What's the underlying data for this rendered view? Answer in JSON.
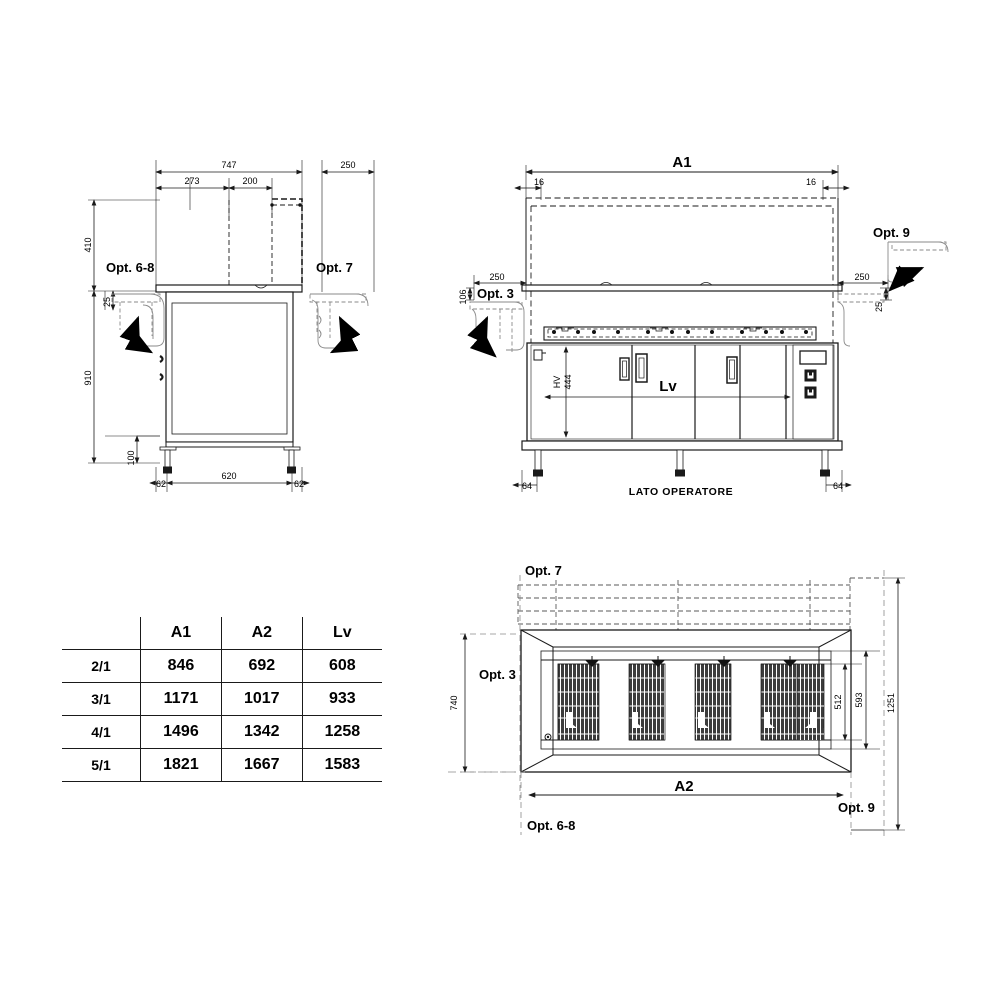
{
  "document": {
    "type": "technical-drawing",
    "title": "Refrigerated display counter technical drawing",
    "views": [
      "side-view",
      "front-view",
      "top-view"
    ]
  },
  "side_view": {
    "name": "side-view",
    "dimensions": {
      "top_width": "747",
      "inner_a": "273",
      "inner_b": "200",
      "shelf_depth": "250",
      "height_upper": "410",
      "band_25": "25",
      "height_lower": "910",
      "foot_height": "100",
      "base_width": "620",
      "foot_left": "62",
      "foot_right": "62"
    },
    "options": {
      "left": "Opt. 6-8",
      "right": "Opt. 7"
    }
  },
  "front_view": {
    "name": "front-view",
    "dimensions": {
      "overall_width": "A1",
      "inset_left": "16",
      "inset_right": "16",
      "shelf_left": "250",
      "shelf_right": "250",
      "shelf_thickness_left": "106",
      "shelf_thickness_right": "25",
      "well_height_label": "HV",
      "well_height_value": "444",
      "inner_width": "Lv",
      "foot_left": "64",
      "foot_right": "64"
    },
    "options": {
      "left": "Opt. 3",
      "right": "Opt. 9"
    },
    "caption": "LATO OPERATORE"
  },
  "top_view": {
    "name": "top-view",
    "dimensions": {
      "depth_total": "740",
      "grid_inner": "512",
      "grid_outer": "593",
      "overall_depth": "1251",
      "body_width": "A2"
    },
    "options": {
      "top": "Opt. 7",
      "left": "Opt. 3",
      "bottom_left": "Opt. 6-8",
      "bottom_right": "Opt. 9"
    },
    "pan_count": 4
  },
  "spec_table": {
    "name": "dimension-table",
    "headers": [
      "",
      "A1",
      "A2",
      "Lv"
    ],
    "rows": [
      {
        "size": "2/1",
        "a1": "846",
        "a2": "692",
        "lv": "608"
      },
      {
        "size": "3/1",
        "a1": "1171",
        "a2": "1017",
        "lv": "933"
      },
      {
        "size": "4/1",
        "a1": "1496",
        "a2": "1342",
        "lv": "1258"
      },
      {
        "size": "5/1",
        "a1": "1821",
        "a2": "1667",
        "lv": "1583"
      }
    ]
  },
  "colors": {
    "line": "#1a1a1a",
    "thin": "#555555",
    "fill": "#ffffff",
    "hatch": "#3a3a3a",
    "background": "#ffffff"
  }
}
